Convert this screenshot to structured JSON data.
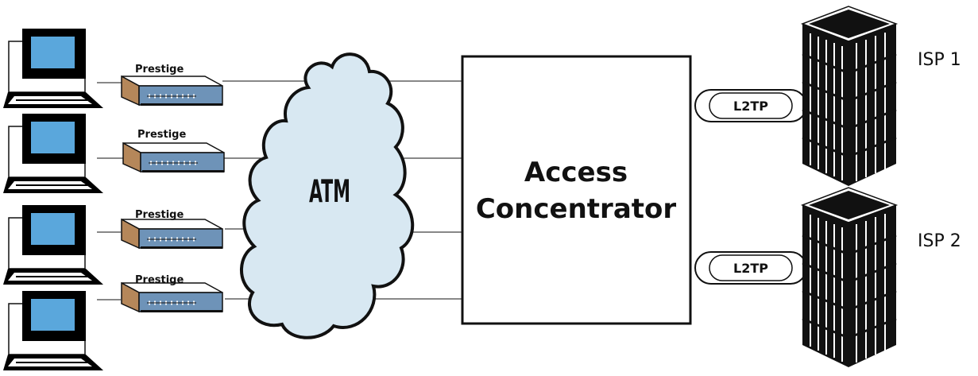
{
  "colors": {
    "screen": "#5aa7dc",
    "modem_front": "#6e93b8",
    "modem_side": "#b5875a",
    "cloud": "#d8e8f2",
    "outline": "#111111"
  },
  "icons": {
    "pc": "desktop-computer-icon",
    "modem": "prestige-modem-icon",
    "building": "isp-building-icon"
  },
  "clients": [
    {
      "device_label": "Prestige"
    },
    {
      "device_label": "Prestige"
    },
    {
      "device_label": "Prestige"
    },
    {
      "device_label": "Prestige"
    }
  ],
  "network": {
    "label": "ATM"
  },
  "concentrator": {
    "line1": "Access",
    "line2": "Concentrator"
  },
  "tunnels": [
    {
      "label": "L2TP"
    },
    {
      "label": "L2TP"
    }
  ],
  "isps": [
    {
      "label": "ISP 1"
    },
    {
      "label": "ISP 2"
    }
  ]
}
